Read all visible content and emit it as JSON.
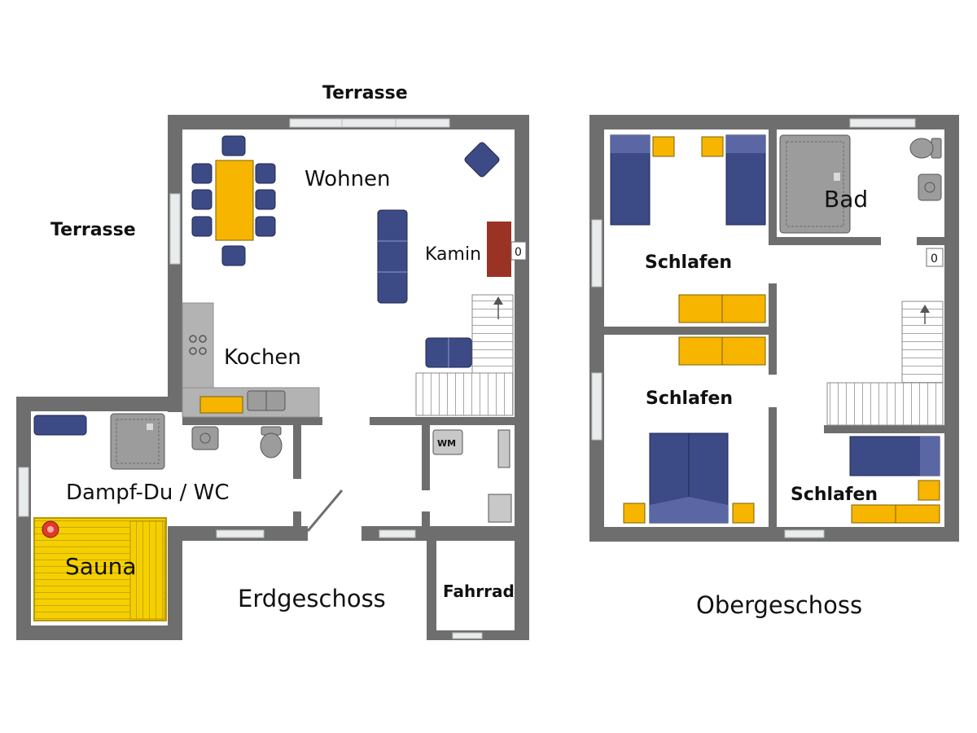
{
  "labels": {
    "terrasse_top": "Terrasse",
    "terrasse_left": "Terrasse",
    "wohnen": "Wohnen",
    "kamin": "Kamin",
    "kochen": "Kochen",
    "dampfdu_wc": "Dampf-Du / WC",
    "sauna": "Sauna",
    "erdgeschoss": "Erdgeschoss",
    "fahrrad": "Fahrrad",
    "wm": "WM",
    "ofen_eg": "0",
    "obergeschoss": "Obergeschoss",
    "bad": "Bad",
    "ofen_og": "0",
    "schlafen_1": "Schlafen",
    "schlafen_2": "Schlafen",
    "schlafen_3": "Schlafen"
  },
  "colors": {
    "wall": "#6e6e6e",
    "furniture_blue": "#3c4a86",
    "furniture_yellow": "#f7b500",
    "sauna_yellow": "#f5d000",
    "kamin": "#9a3323",
    "counter": "#b3b3b3"
  }
}
